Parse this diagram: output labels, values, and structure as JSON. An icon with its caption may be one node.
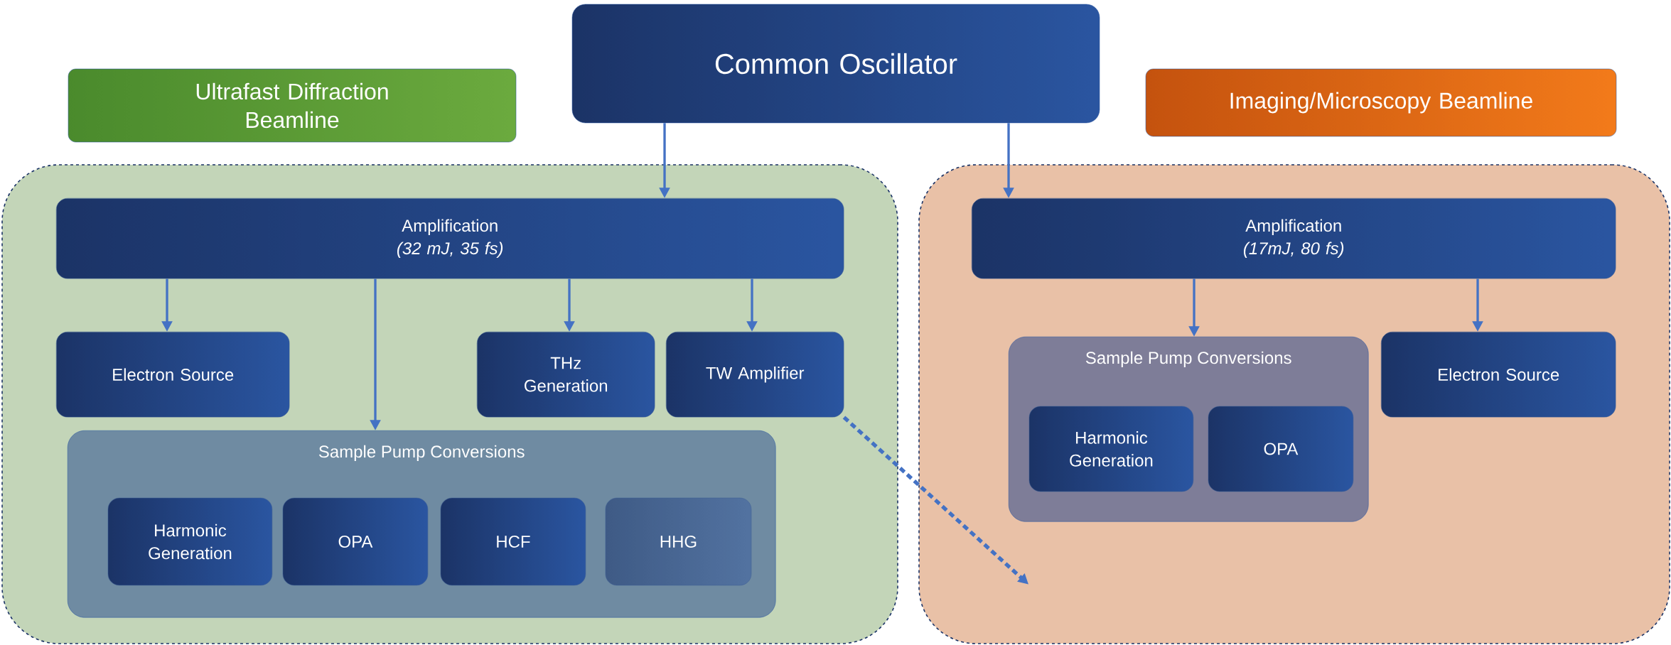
{
  "diagram": {
    "nodes": [
      {
        "text": [
          "Common Oscillator"
        ]
      },
      {
        "text": [
          "Ultrafast Diffraction Beamline"
        ]
      },
      {
        "text": [
          "Imaging/Microscopy Beamline"
        ]
      },
      {
        "text": [],
        "shape": "box"
      },
      {
        "text": [
          "Amplification",
          "(32 mJ, 35 fs)"
        ],
        "in": 3
      },
      {
        "text": [
          "Electron Source"
        ],
        "in": 3
      },
      {
        "text": [
          "THz Generation"
        ],
        "in": 3
      },
      {
        "text": [
          "TW Amplifier"
        ],
        "in": 3
      },
      {
        "text": [
          "Sample Pump Conversions"
        ],
        "in": 3
      },
      {
        "text": [
          "Harmonic Generation"
        ],
        "in": 8
      },
      {
        "text": [
          "OPA"
        ],
        "in": 8
      },
      {
        "text": [
          "HCF"
        ],
        "in": 8
      },
      {
        "text": [
          "HHG"
        ],
        "in": 8
      },
      {
        "text": [],
        "shape": "box"
      },
      {
        "text": [
          "Amplification",
          "(17mJ, 80 fs)"
        ],
        "in": 13
      },
      {
        "text": [
          "Sample Pump Conversions"
        ],
        "in": 13
      },
      {
        "text": [
          "Harmonic Generation"
        ],
        "in": 15
      },
      {
        "text": [
          "OPA"
        ],
        "in": 15
      },
      {
        "text": [
          "Electron Source"
        ],
        "in": 13
      }
    ],
    "edges": [
      {
        "from": 0,
        "to": 4,
        "arrow": "to"
      },
      {
        "from": 0,
        "to": 14,
        "arrow": "to"
      },
      {
        "from": 4,
        "to": 5,
        "arrow": "to"
      },
      {
        "from": 4,
        "to": 8,
        "arrow": "to"
      },
      {
        "from": 4,
        "to": 6,
        "arrow": "to"
      },
      {
        "from": 4,
        "to": 7,
        "arrow": "to"
      },
      {
        "from": 14,
        "to": 15,
        "arrow": "to"
      },
      {
        "from": 14,
        "to": 18,
        "arrow": "to"
      },
      {
        "from": 7,
        "to": 13,
        "arrow": "to",
        "style": "dashed"
      }
    ]
  }
}
